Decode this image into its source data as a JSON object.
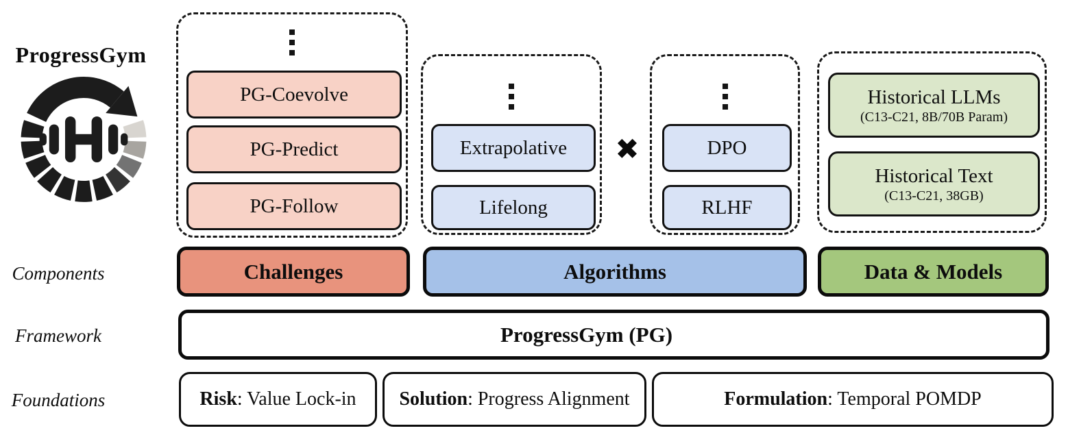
{
  "brand": {
    "title": "ProgressGym"
  },
  "icons": {
    "logo": "circular-progress-arrow-with-dumbbell",
    "vertical_ellipsis": "more-items-indicator",
    "cross_product": "✖"
  },
  "row_labels": {
    "components": "Components",
    "framework": "Framework",
    "foundations": "Foundations"
  },
  "challenges_group": {
    "items": [
      "PG-Coevolve",
      "PG-Predict",
      "PG-Follow"
    ]
  },
  "algorithms_group": {
    "left_items": [
      "Extrapolative",
      "Lifelong"
    ],
    "operator": "✖",
    "right_items": [
      "DPO",
      "RLHF"
    ]
  },
  "data_group": {
    "items": [
      {
        "title": "Historical LLMs",
        "subtitle": "(C13-C21, 8B/70B Param)"
      },
      {
        "title": "Historical Text",
        "subtitle": "(C13-C21, 38GB)"
      }
    ]
  },
  "components_row": {
    "challenges": "Challenges",
    "algorithms": "Algorithms",
    "data_models": "Data & Models"
  },
  "framework_row": {
    "label": "ProgressGym (PG)"
  },
  "foundations_row": {
    "items": [
      {
        "keyword": "Risk",
        "rest": ": Value Lock-in"
      },
      {
        "keyword": "Solution",
        "rest": ": Progress Alignment"
      },
      {
        "keyword": "Formulation",
        "rest": ": Temporal POMDP"
      }
    ]
  },
  "colors": {
    "challenges": "#E8937D",
    "algorithms": "#A5C1E8",
    "data_models": "#A4C77D",
    "challenge_item": "#F8D2C6",
    "algorithm_item": "#D9E3F6",
    "data_item": "#DBE7CA",
    "outline": "#111111"
  }
}
